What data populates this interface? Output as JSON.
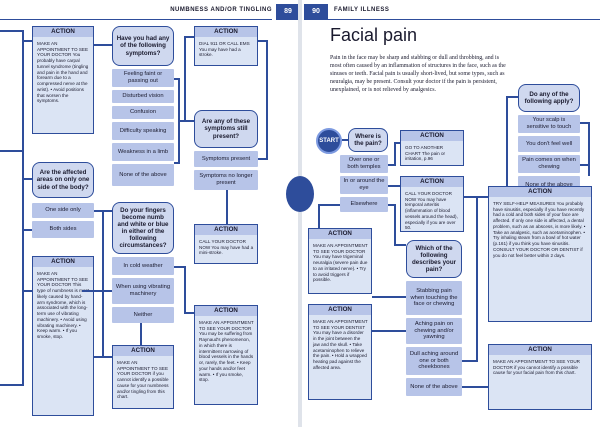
{
  "left_page": {
    "header_title": "NUMBNESS AND/OR TINGLING",
    "page_number": "89",
    "action1": {
      "title": "ACTION",
      "text": "MAKE AN APPOINTMENT TO SEE YOUR DOCTOR You probably have carpal tunnel syndrome (tingling and pain in the hand and forearm due to a compressed nerve at the wrist). • Avoid positions that worsen the symptoms."
    },
    "q_arms": "Are the affected areas on only one side of the body?",
    "opt_one_side": "One side only",
    "opt_both_sides": "Both sides",
    "action2": {
      "title": "ACTION",
      "text": "MAKE AN APPOINTMENT TO SEE YOUR DOCTOR This type of numbness is most likely caused by hand-arm syndrome, which is associated with the long-term use of vibrating machinery. • Avoid using vibrating machinery. • Keep warm. • If you smoke, stop."
    },
    "q_symptoms": "Have you had any of the following symptoms?",
    "opt_feeling_faint": "Feeling faint or passing out",
    "opt_disturbed_vision": "Disturbed vision",
    "opt_confusion": "Confusion",
    "opt_difficulty_speaking": "Difficulty speaking",
    "opt_weakness": "Weakness in a limb",
    "opt_none1": "None of the above",
    "action_dial": {
      "title": "ACTION",
      "text": "DIAL 911 OR CALL EMS You may have had a stroke."
    },
    "q_still_present": "Are any of these symptoms still present?",
    "opt_symptoms_present": "Symptoms present",
    "opt_no_longer": "Symptoms no longer present",
    "q_fingers": "Do your fingers become numb and white or blue in either of the following circumstances?",
    "opt_cold_weather": "In cold weather",
    "opt_vibrating": "When using vibrating machinery",
    "opt_neither": "Neither",
    "action_mini_stroke": {
      "title": "ACTION",
      "text": "CALL YOUR DOCTOR NOW You may have had a mini-stroke."
    },
    "action_raynaud": {
      "title": "ACTION",
      "text": "MAKE AN APPOINTMENT TO SEE YOUR DOCTOR You may be suffering from Raynaud's phenomenon, in which there is intermittent narrowing of blood vessels in the hands or, rarely, the feet. • Keep your hands and/or feet warm. • If you smoke, stop."
    },
    "action_neither": {
      "title": "ACTION",
      "text": "MAKE AN APPOINTMENT TO SEE YOUR DOCTOR if you cannot identify a possible cause for your numbness and/or tingling from this chart."
    }
  },
  "right_page": {
    "page_number": "90",
    "header_title": "FAMILY ILLNESS",
    "title": "Facial pain",
    "intro": "Pain in the face may be sharp and stabbing or dull and throbbing, and is most often caused by an inflammation of structures in the face, such as the sinuses or teeth. Facial pain is usually short-lived, but some types, such as neuralgia, may be present. Consult your doctor if the pain is persistent, unexplained, or is not relieved by analgesics.",
    "start_label": "START",
    "q_where": "Where is the pain?",
    "opt_temples": "Over one or both temples",
    "opt_around_eye": "In or around the eye",
    "opt_elsewhere": "Elsewhere",
    "action_temples": {
      "title": "ACTION",
      "text": "GO TO ANOTHER CHART The pain or irritation, p.96"
    },
    "action_arteritis": {
      "title": "ACTION",
      "text": "CALL YOUR DOCTOR NOW You may have temporal arteritis (inflammation of blood vessels around the head), especially if you are over 50."
    },
    "action_neuralgia": {
      "title": "ACTION",
      "text": "MAKE AN APPOINTMENT TO SEE YOUR DOCTOR You may have trigeminal neuralgia (severe pain due to an irritated nerve). • Try to avoid triggers if possible."
    },
    "q_describes": "Which of the following describes your pain?",
    "opt_stabbing": "Stabbing pain when touching the face or chewing",
    "opt_aching": "Aching pain on chewing and/or yawning",
    "opt_dull_aching": "Dull aching around one or both cheekbones",
    "opt_none2": "None of the above",
    "action_tmj": {
      "title": "ACTION",
      "text": "MAKE AN APPOINTMENT TO SEE YOUR DENTIST You may have a disorder in the joint between the jaw and the skull. • Take acetaminophen to relieve the pain. • Hold a wrapped heating pad against the affected area."
    },
    "q_following_apply": "Do any of the following apply?",
    "opt_scalp": "Your scalp is sensitive to touch",
    "opt_dont_feel": "You don't feel well",
    "opt_pain_chewing": "Pain comes on when chewing",
    "opt_none3": "None of the above",
    "action_self_help": {
      "title": "ACTION",
      "text": "TRY SELF-HELP MEASURES You probably have sinusitis, especially if you have recently had a cold and both sides of your face are affected. If only one side is affected, a dental problem, such as an abscess, is more likely. • Take an analgesic, such as acetaminophen. • Try inhaling steam from a bowl of hot water (p.161) if you think you have sinusitis. CONSULT YOUR DOCTOR OR DENTIST if you do not feel better within 2 days."
    },
    "action_last": {
      "title": "ACTION",
      "text": "MAKE AN APPOINTMENT TO SEE YOUR DOCTOR if you cannot identify a possible cause for your facial pain from this chart."
    }
  },
  "colors": {
    "accent": "#2e4d9b",
    "light_box": "#cfd8ef",
    "option": "#b7c4e8",
    "action_bg": "#dbe4f4"
  }
}
